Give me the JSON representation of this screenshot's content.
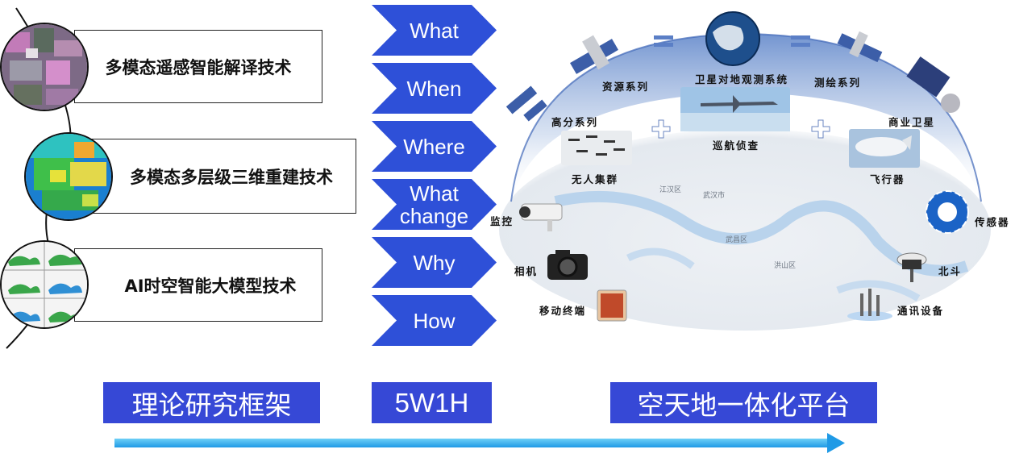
{
  "technologies": [
    {
      "label": "多模态遥感智能解译技术"
    },
    {
      "label": "多模态多层级三维重建技术"
    },
    {
      "label": "AI时空智能大模型技术"
    }
  ],
  "questions": [
    "What",
    "When",
    "Where",
    "What\nchange",
    "Why",
    "How"
  ],
  "banners": {
    "framework": "理论研究框架",
    "method": "5W1H",
    "platform": "空天地一体化平台"
  },
  "platform": {
    "space": [
      "资源系列",
      "卫星对地观测系统",
      "测绘系列",
      "高分系列",
      "商业卫星"
    ],
    "air": [
      "无人集群",
      "巡航侦查",
      "飞行器"
    ],
    "ground": [
      "监控",
      "相机",
      "移动终端",
      "传感器",
      "北斗",
      "通讯设备"
    ]
  },
  "map_labels": [
    "江汉区",
    "武汉市",
    "洪山区",
    "武昌区"
  ],
  "colors": {
    "chevron": "#2e50d8",
    "banner": "#3648d6",
    "arrow": "#29a8ec"
  }
}
